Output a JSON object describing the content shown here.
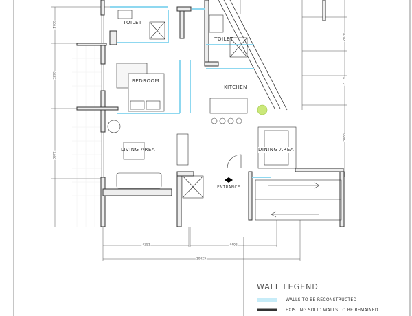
{
  "rooms": {
    "toilet_left": "TOILET",
    "toilet_right": "TOILET",
    "bedroom": "BEDROOM",
    "kitchen": "KITCHEN",
    "living_area": "LIVING AREA",
    "dining_area": "DINING AREA",
    "entrance": "ENTRANCE"
  },
  "dimensions": {
    "left": [
      "1700",
      "3290",
      "3972"
    ],
    "right": [
      "2020",
      "2119",
      "5436"
    ],
    "bottom": [
      "4351",
      "4402"
    ],
    "bottom_total": "10029"
  },
  "legend": {
    "title": "WALL LEGEND",
    "items": [
      {
        "label": "WALLS TO BE RECONSTRUCTED",
        "color": "#8fd8f0"
      },
      {
        "label": "EXISTING SOLID WALLS TO BE REMAINED",
        "color": "#333333"
      }
    ]
  }
}
